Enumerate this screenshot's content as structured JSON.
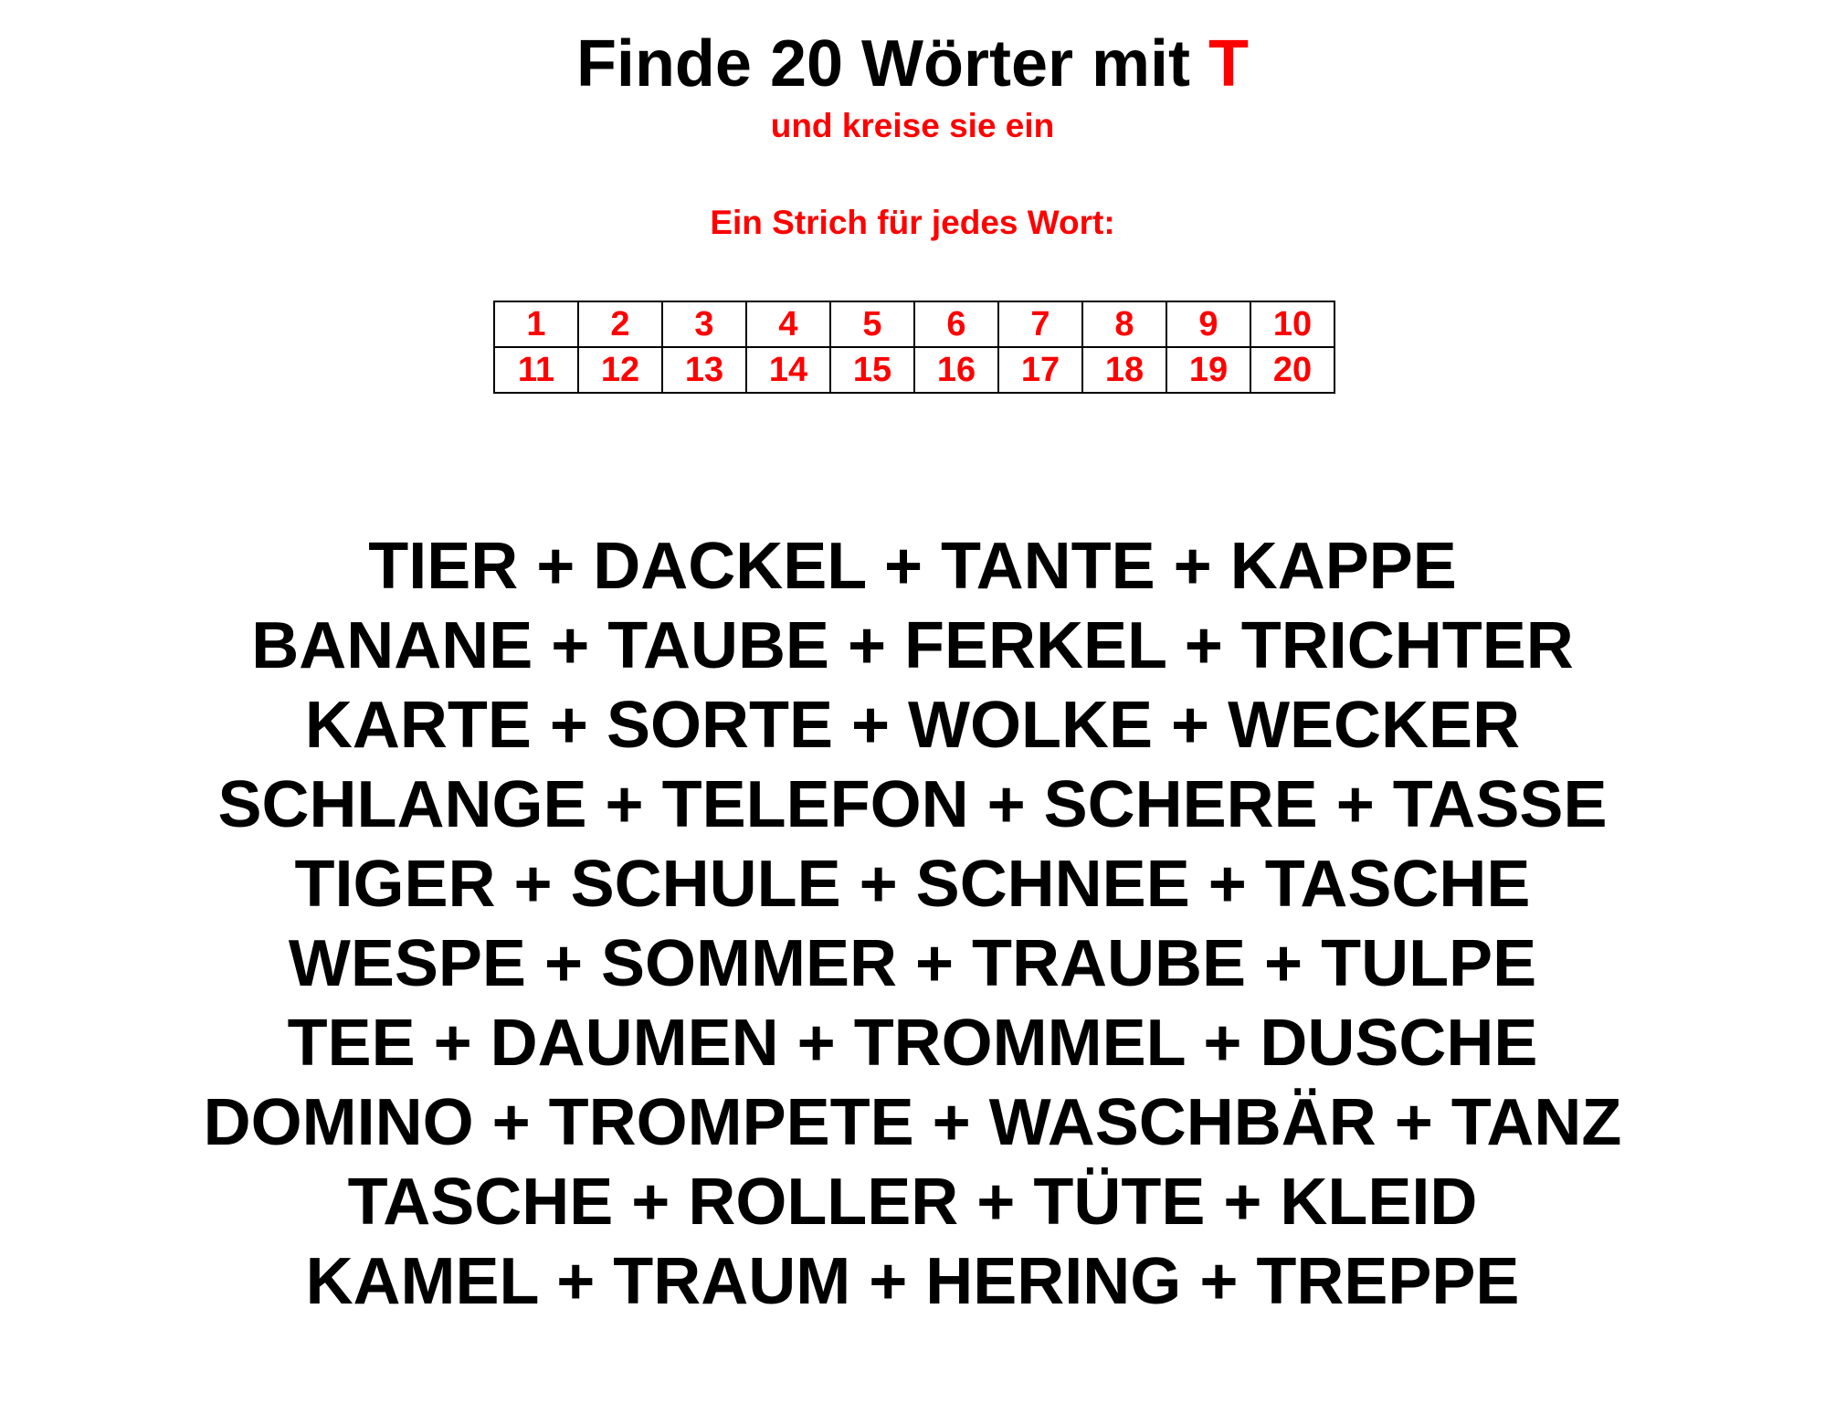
{
  "header": {
    "title_prefix": "Finde 20 Wörter mit ",
    "title_letter": "T",
    "subtitle": "und kreise sie ein",
    "instruction": "Ein Strich für jedes Wort:"
  },
  "tally": {
    "row1": [
      "1",
      "2",
      "3",
      "4",
      "5",
      "6",
      "7",
      "8",
      "9",
      "10"
    ],
    "row2": [
      "11",
      "12",
      "13",
      "14",
      "15",
      "16",
      "17",
      "18",
      "19",
      "20"
    ]
  },
  "words": [
    "TIER + DACKEL + TANTE + KAPPE",
    "BANANE + TAUBE + FERKEL + TRICHTER",
    "KARTE + SORTE + WOLKE + WECKER",
    "SCHLANGE + TELEFON + SCHERE + TASSE",
    "TIGER + SCHULE + SCHNEE + TASCHE",
    "WESPE + SOMMER + TRAUBE + TULPE",
    "TEE + DAUMEN + TROMMEL + DUSCHE",
    "DOMINO + TROMPETE + WASCHBÄR + TANZ",
    "TASCHE + ROLLER + TÜTE + KLEID",
    "KAMEL + TRAUM + HERING + TREPPE"
  ],
  "colors": {
    "accent": "#ff0000",
    "text": "#000000"
  }
}
